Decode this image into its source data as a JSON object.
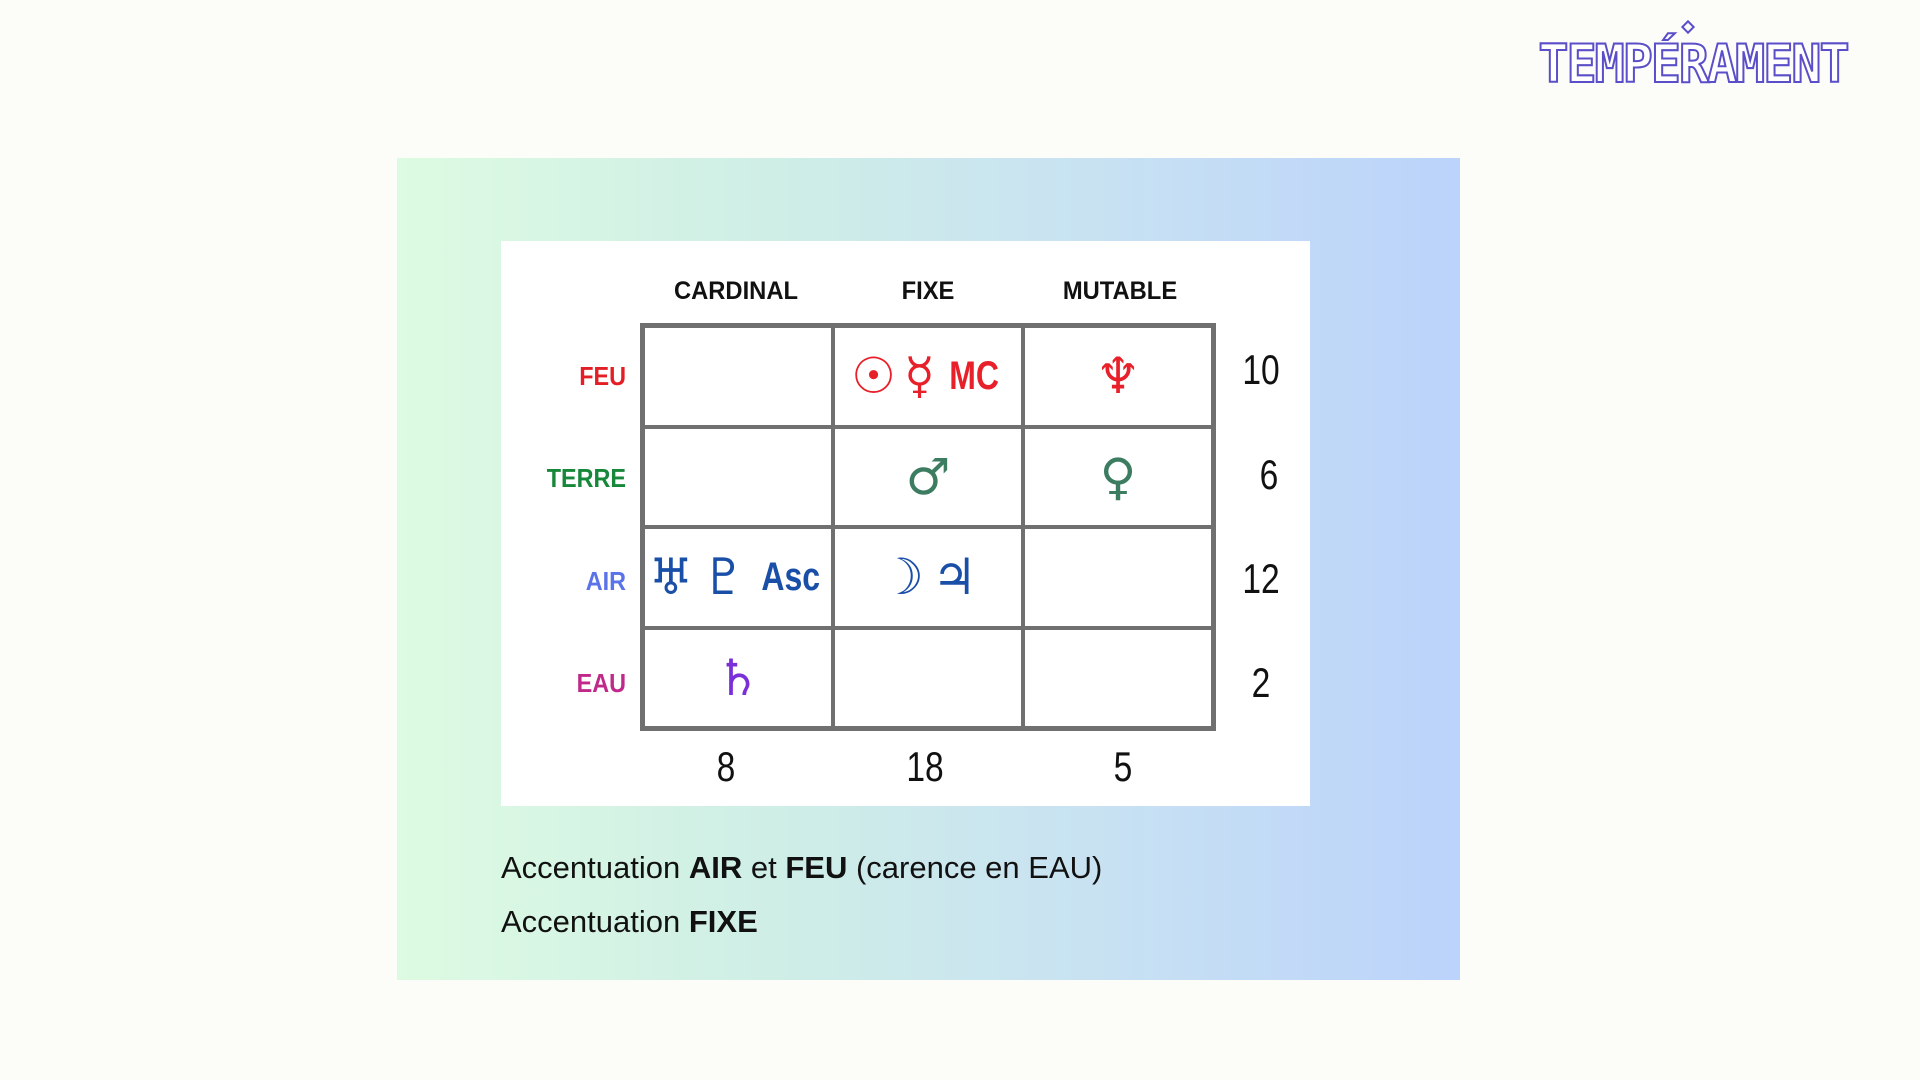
{
  "brand": {
    "logo_text": "TEMPÉRAMENT"
  },
  "table": {
    "columns": [
      "CARDINAL",
      "FIXE",
      "MUTABLE"
    ],
    "rows": [
      {
        "label": "FEU",
        "color": "#e31e24",
        "total": "10",
        "cells": [
          [],
          [
            "☉",
            "☿",
            "MC"
          ],
          [
            "♆"
          ]
        ]
      },
      {
        "label": "TERRE",
        "color": "#17883a",
        "total": "6",
        "cells": [
          [],
          [
            "♂"
          ],
          [
            "♀"
          ]
        ]
      },
      {
        "label": "AIR",
        "color": "#5b73e8",
        "total": "12",
        "cells": [
          [
            "♅",
            "♇",
            "Asc"
          ],
          [
            "☽",
            "♃"
          ],
          []
        ]
      },
      {
        "label": "EAU",
        "color": "#c0288a",
        "total": "2",
        "cells": [
          [
            "♄"
          ],
          [],
          []
        ]
      }
    ],
    "column_totals": [
      "8",
      "18",
      "5"
    ]
  },
  "summary": {
    "line1": {
      "a": "Accentuation ",
      "b": "AIR",
      "c": " et ",
      "d": "FEU",
      "e": " (carence en EAU)"
    },
    "line2": {
      "a": "Accentuation ",
      "b": "FIXE"
    }
  },
  "colors": {
    "fire_symbols": "#e8202a",
    "earth_symbols": "#3c7d62",
    "air_symbols": "#1a4fa8",
    "water_symbols": "#7a2fd8"
  }
}
